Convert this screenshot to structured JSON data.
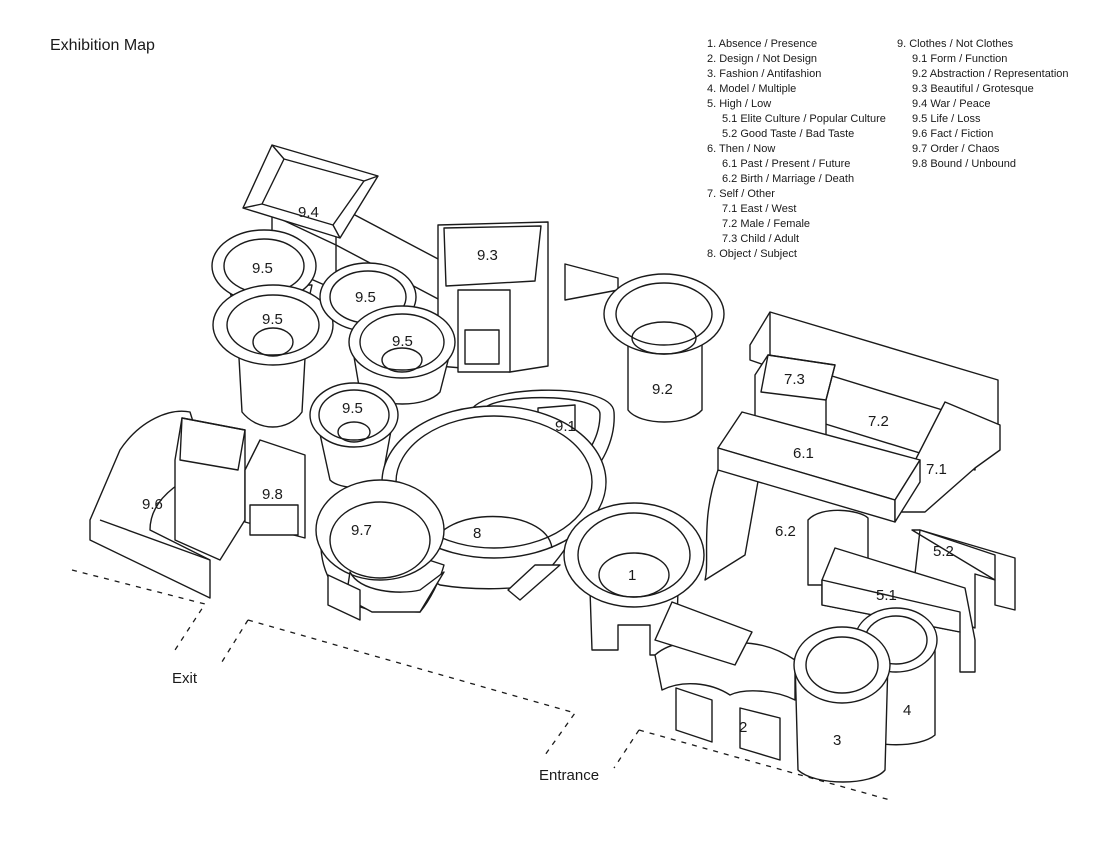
{
  "title": "Exhibition Map",
  "legend": {
    "column1": [
      {
        "label": "1. Absence / Presence",
        "sub": false
      },
      {
        "label": "2. Design / Not Design",
        "sub": false
      },
      {
        "label": "3. Fashion / Antifashion",
        "sub": false
      },
      {
        "label": "4. Model / Multiple",
        "sub": false
      },
      {
        "label": "5. High / Low",
        "sub": false
      },
      {
        "label": "5.1 Elite Culture / Popular Culture",
        "sub": true
      },
      {
        "label": "5.2 Good Taste / Bad Taste",
        "sub": true
      },
      {
        "label": "6. Then / Now",
        "sub": false
      },
      {
        "label": "6.1 Past / Present / Future",
        "sub": true
      },
      {
        "label": "6.2 Birth / Marriage / Death",
        "sub": true
      },
      {
        "label": "7. Self / Other",
        "sub": false
      },
      {
        "label": "7.1 East / West",
        "sub": true
      },
      {
        "label": "7.2 Male / Female",
        "sub": true
      },
      {
        "label": "7.3 Child / Adult",
        "sub": true
      },
      {
        "label": "8. Object / Subject",
        "sub": false
      }
    ],
    "column2": [
      {
        "label": "9. Clothes / Not Clothes",
        "sub": false
      },
      {
        "label": "9.1 Form / Function",
        "sub": true
      },
      {
        "label": "9.2 Abstraction / Representation",
        "sub": true
      },
      {
        "label": "9.3 Beautiful / Grotesque",
        "sub": true
      },
      {
        "label": "9.4 War / Peace",
        "sub": true
      },
      {
        "label": "9.5 Life / Loss",
        "sub": true
      },
      {
        "label": "9.6 Fact / Fiction",
        "sub": true
      },
      {
        "label": "9.7 Order / Chaos",
        "sub": true
      },
      {
        "label": "9.8 Bound / Unbound",
        "sub": true
      }
    ]
  },
  "nav": {
    "exit": "Exit",
    "entrance": "Entrance"
  },
  "zones": [
    {
      "id": "9.4",
      "label": "9.4"
    },
    {
      "id": "9.3",
      "label": "9.3"
    },
    {
      "id": "9.5a",
      "label": "9.5"
    },
    {
      "id": "9.5b",
      "label": "9.5"
    },
    {
      "id": "9.5c",
      "label": "9.5"
    },
    {
      "id": "9.5d",
      "label": "9.5"
    },
    {
      "id": "9.5e",
      "label": "9.5"
    },
    {
      "id": "9.2",
      "label": "9.2"
    },
    {
      "id": "7.3",
      "label": "7.3"
    },
    {
      "id": "7.2",
      "label": "7.2"
    },
    {
      "id": "7.1",
      "label": "7.1"
    },
    {
      "id": "9.1",
      "label": "9.1"
    },
    {
      "id": "6.1",
      "label": "6.1"
    },
    {
      "id": "6.2",
      "label": "6.2"
    },
    {
      "id": "9.6",
      "label": "9.6"
    },
    {
      "id": "9.8",
      "label": "9.8"
    },
    {
      "id": "9.7",
      "label": "9.7"
    },
    {
      "id": "8",
      "label": "8"
    },
    {
      "id": "1",
      "label": "1"
    },
    {
      "id": "5.2",
      "label": "5.2"
    },
    {
      "id": "5.1",
      "label": "5.1"
    },
    {
      "id": "2",
      "label": "2"
    },
    {
      "id": "3",
      "label": "3"
    },
    {
      "id": "4",
      "label": "4"
    }
  ]
}
